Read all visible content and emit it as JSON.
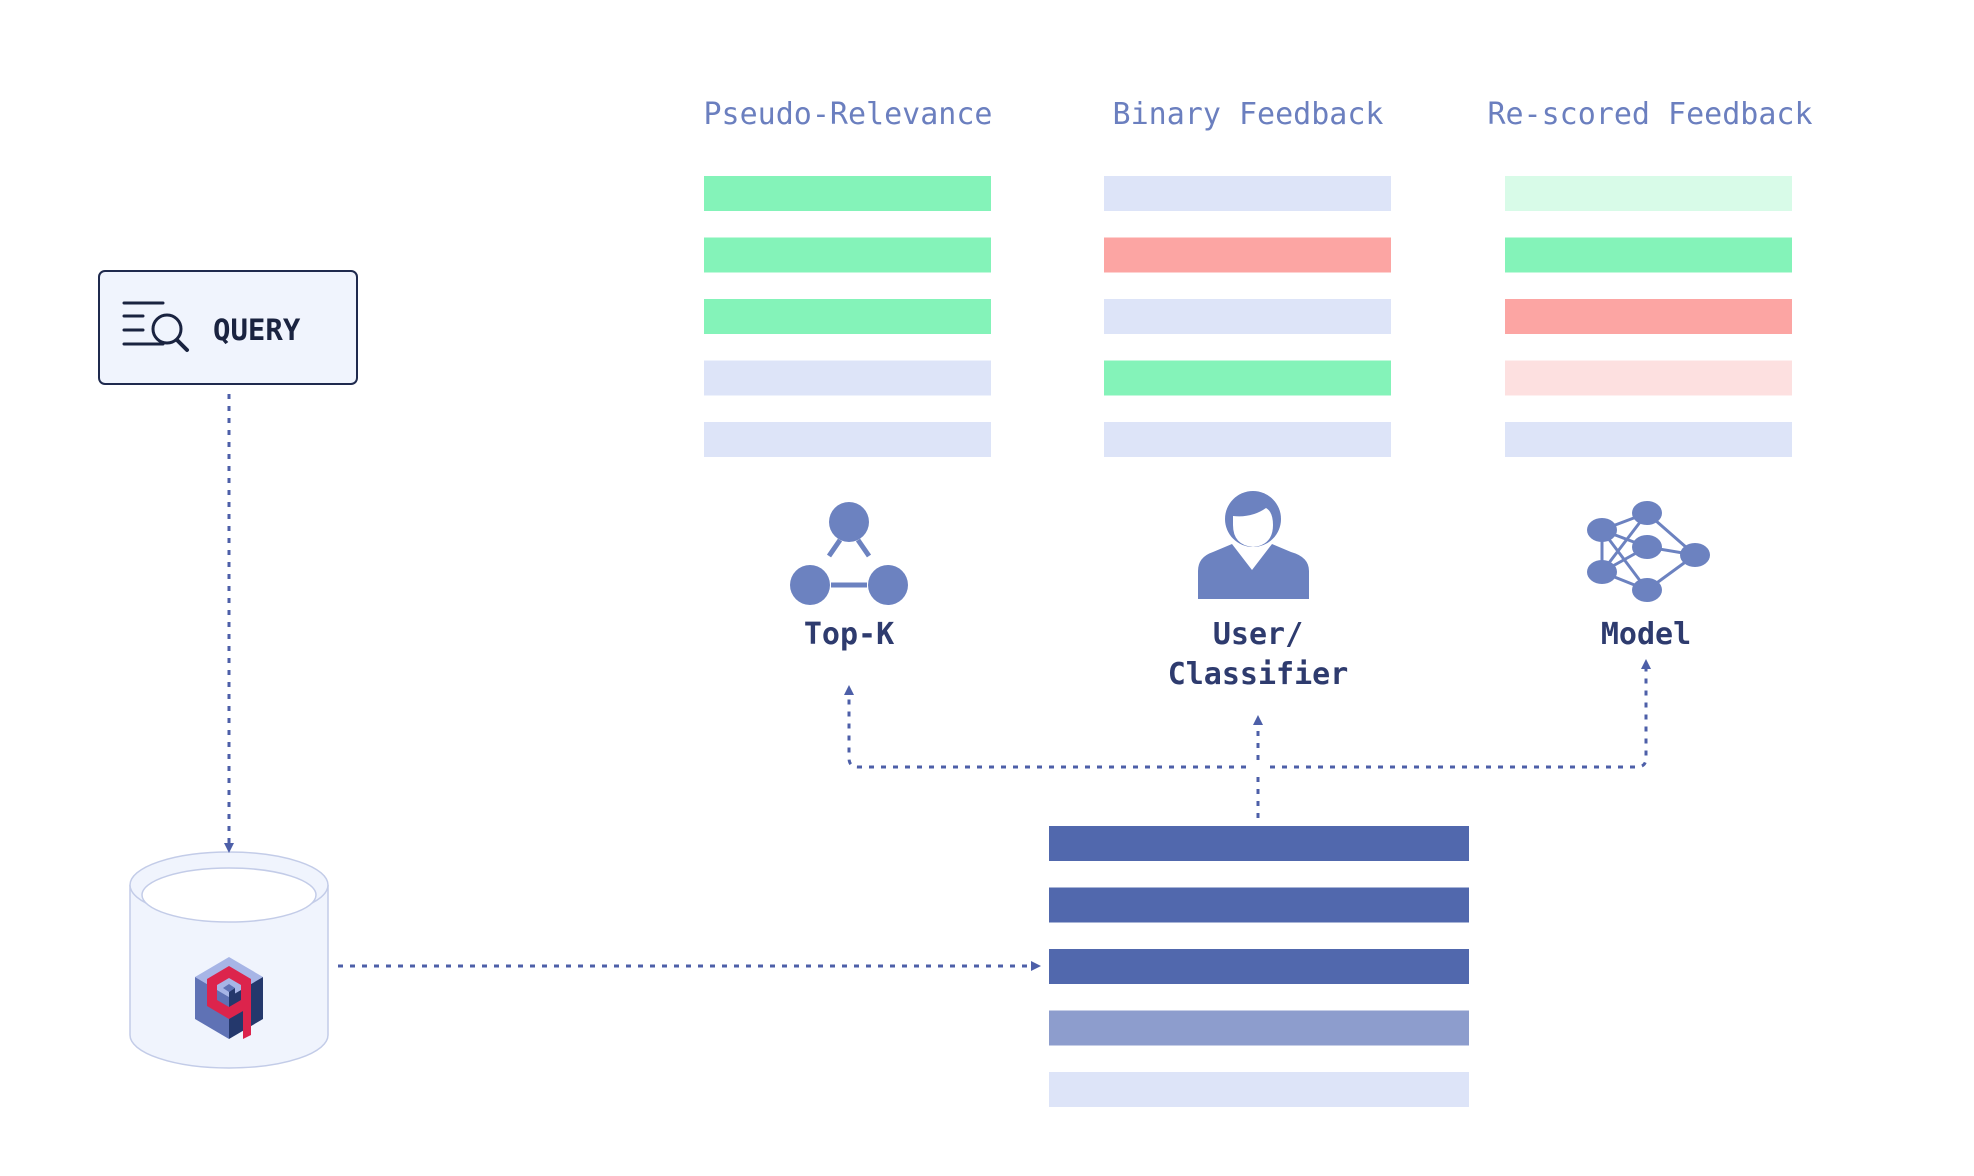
{
  "query": {
    "label": "QUERY",
    "icon": "search-list-icon"
  },
  "database": {
    "icon": "qdrant-logo"
  },
  "columns": [
    {
      "id": "pseudo-relevance",
      "title": "Pseudo-Relevance",
      "caption_lines": [
        "Top-K"
      ],
      "icon": "graph-nodes-icon",
      "rows": [
        "positive",
        "positive",
        "positive",
        "neutral",
        "neutral"
      ]
    },
    {
      "id": "binary-feedback",
      "title": "Binary Feedback",
      "caption_lines": [
        "User/",
        "Classifier"
      ],
      "icon": "user-icon",
      "rows": [
        "neutral",
        "negative",
        "neutral",
        "positive",
        "neutral"
      ]
    },
    {
      "id": "re-scored-feedback",
      "title": "Re-scored Feedback",
      "caption_lines": [
        "Model"
      ],
      "icon": "neural-network-icon",
      "rows": [
        "positive-light",
        "positive",
        "negative",
        "negative-light",
        "neutral"
      ]
    }
  ],
  "results": {
    "rows": [
      "dark",
      "dark",
      "dark",
      "medium",
      "light"
    ]
  },
  "colors": {
    "title": "#6b7fbf",
    "caption": "#2e3b6e",
    "icon": "#6c82c0",
    "arrow": "#4d5fa8",
    "positive": "#84f3b9",
    "positive-light": "#d8fbe8",
    "negative": "#fca5a3",
    "negative-light": "#fde0e0",
    "neutral": "#dde4f8",
    "dark": "#5168ad",
    "medium": "#8d9dcd",
    "light": "#dde4f8",
    "query_bg": "#f0f4fd",
    "query_border": "#1f2a4e",
    "query_text": "#1a2340",
    "db_fill": "#f0f4fd",
    "db_stroke": "#c3cce8",
    "logo_red": "#dc244c",
    "logo_navy": "#24386c",
    "logo_light": "#a7b5e6",
    "logo_mid": "#5f72b5"
  }
}
